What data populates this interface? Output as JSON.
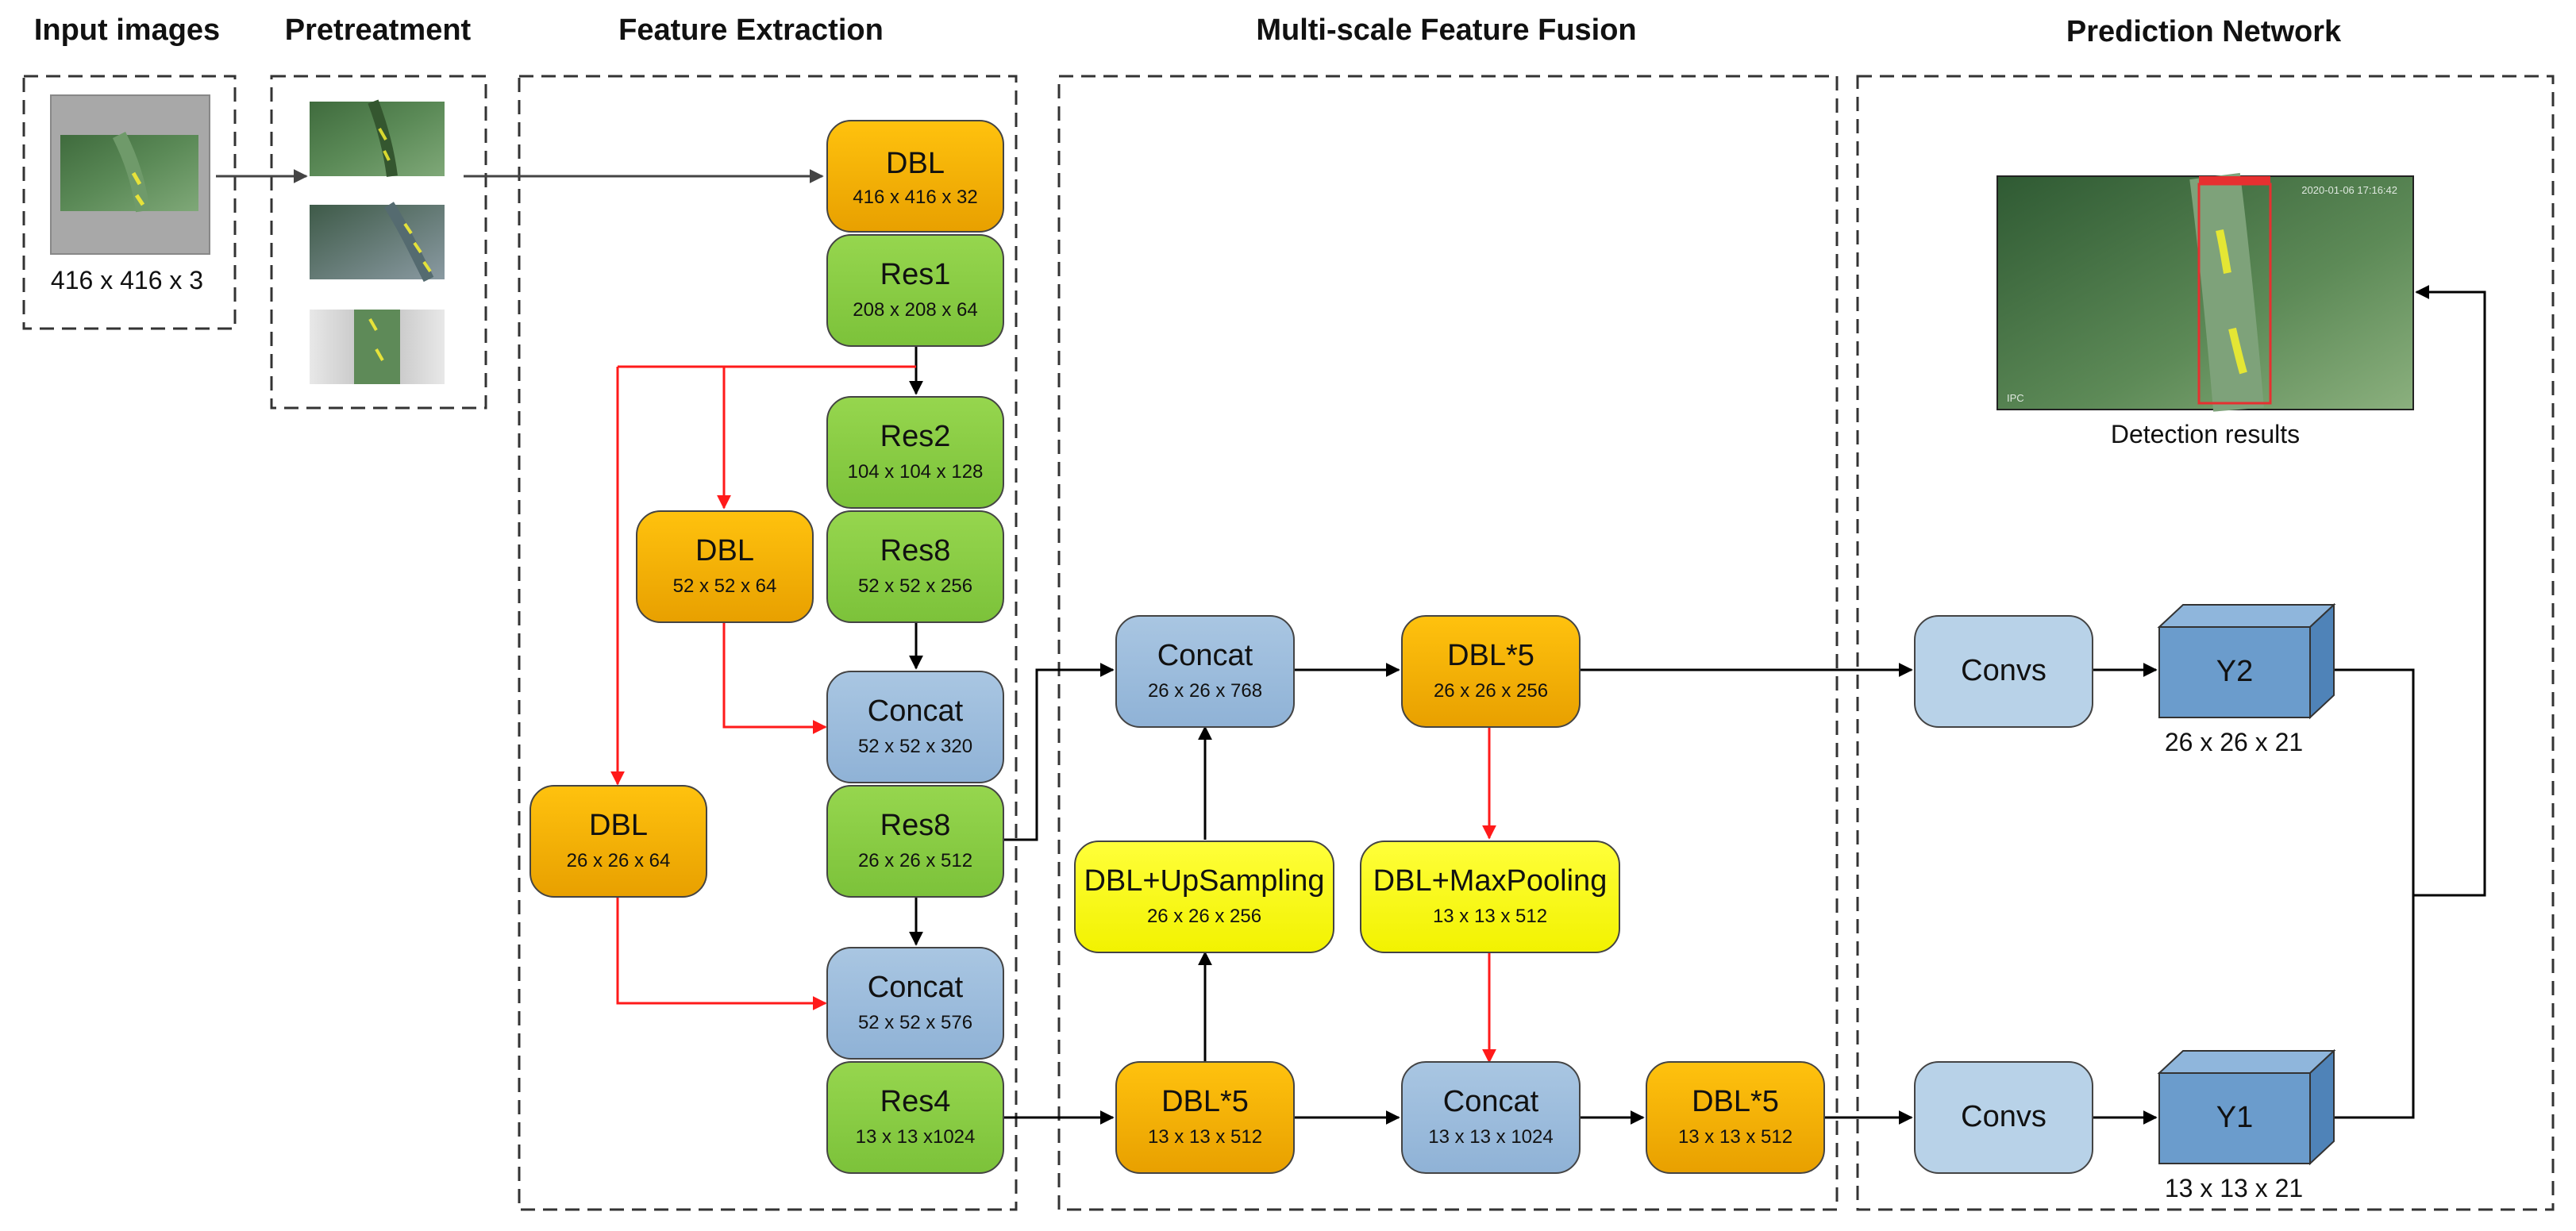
{
  "sections": {
    "input": "Input images",
    "pretreatment": "Pretreatment",
    "feature_extraction": "Feature Extraction",
    "fusion": "Multi-scale Feature Fusion",
    "prediction": "Prediction Network"
  },
  "input_size": "416 x 416 x 3",
  "detection_caption": "Detection results",
  "detection_overlay": {
    "timestamp": "2020-01-06 17:16:42",
    "corner": "IPC"
  },
  "nodes": {
    "fe_dbl": {
      "label": "DBL",
      "dim": "416 x 416 x 32"
    },
    "res1": {
      "label": "Res1",
      "dim": "208 x 208 x 64"
    },
    "res2": {
      "label": "Res2",
      "dim": "104 x 104 x 128"
    },
    "res8a": {
      "label": "Res8",
      "dim": "52 x 52 x 256"
    },
    "dbl_52": {
      "label": "DBL",
      "dim": "52 x 52 x 64"
    },
    "concat_320": {
      "label": "Concat",
      "dim": "52 x 52 x 320"
    },
    "res8b": {
      "label": "Res8",
      "dim": "26 x 26 x 512"
    },
    "dbl_26": {
      "label": "DBL",
      "dim": "26 x 26 x 64"
    },
    "concat_576": {
      "label": "Concat",
      "dim": "52 x 52 x 576"
    },
    "res4": {
      "label": "Res4",
      "dim": "13 x 13 x1024"
    },
    "concat_768": {
      "label": "Concat",
      "dim": "26 x 26 x 768"
    },
    "dbl5_256": {
      "label": "DBL*5",
      "dim": "26 x 26 x 256"
    },
    "dbl_up": {
      "label": "DBL+UpSampling",
      "dim": "26 x 26 x 256"
    },
    "dbl_pool": {
      "label": "DBL+MaxPooling",
      "dim": "13 x 13 x 512"
    },
    "dbl5_512a": {
      "label": "DBL*5",
      "dim": "13 x 13 x 512"
    },
    "concat_1024": {
      "label": "Concat",
      "dim": "13 x 13 x 1024"
    },
    "dbl5_512b": {
      "label": "DBL*5",
      "dim": "13 x 13 x 512"
    },
    "convs_top": {
      "label": "Convs"
    },
    "convs_bot": {
      "label": "Convs"
    }
  },
  "outputs": {
    "y2": {
      "label": "Y2",
      "dim": "26 x 26 x 21"
    },
    "y1": {
      "label": "Y1",
      "dim": "13 x 13 x 21"
    }
  },
  "colors": {
    "dbl_orange": "#f5b800",
    "res_green": "#8ccd45",
    "concat_blue": "#9dbcdb",
    "yellow": "#ffff1a",
    "convs_blue": "#b8d2e8",
    "cube_blue": "#6b9ccc",
    "red_arrow": "#ff1a1a",
    "water_green": "#4d7a4a"
  }
}
